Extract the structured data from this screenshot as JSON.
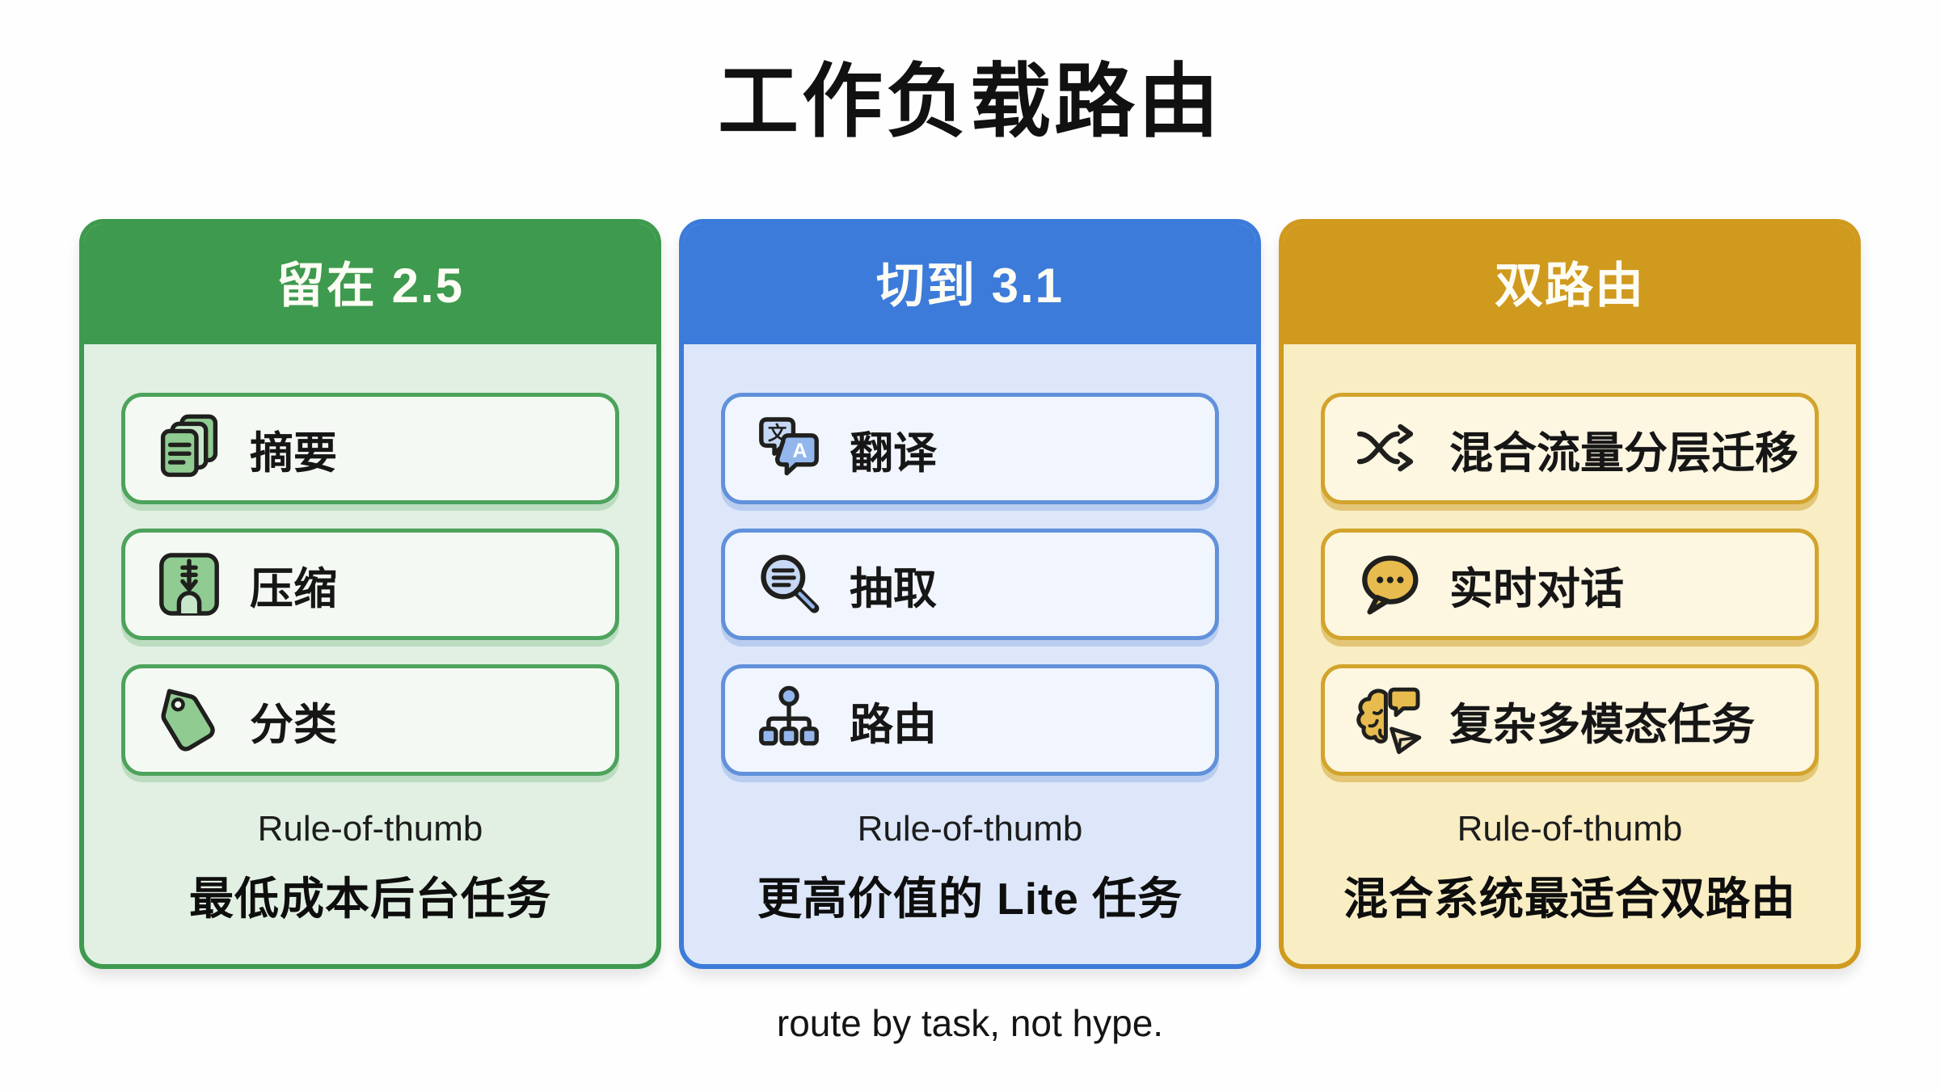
{
  "title": "工作负载路由",
  "caption": "route by task, not hype.",
  "columns": [
    {
      "header": "留在 2.5",
      "accent_color": "#3e9a4e",
      "items": [
        {
          "icon": "documents-icon",
          "label": "摘要"
        },
        {
          "icon": "compress-icon",
          "label": "压缩"
        },
        {
          "icon": "tag-icon",
          "label": "分类"
        }
      ],
      "rule_label": "Rule-of-thumb",
      "rule_text": "最低成本后台任务"
    },
    {
      "header": "切到 3.1",
      "accent_color": "#3c7bd9",
      "items": [
        {
          "icon": "translate-icon",
          "label": "翻译"
        },
        {
          "icon": "search-lines-icon",
          "label": "抽取"
        },
        {
          "icon": "hierarchy-icon",
          "label": "路由"
        }
      ],
      "rule_label": "Rule-of-thumb",
      "rule_text": "更高价值的 Lite 任务"
    },
    {
      "header": "双路由",
      "accent_color": "#d09a1e",
      "items": [
        {
          "icon": "shuffle-icon",
          "label": "混合流量分层迁移"
        },
        {
          "icon": "chat-bubble-icon",
          "label": "实时对话"
        },
        {
          "icon": "brain-multimodal-icon",
          "label": "复杂多模态任务"
        }
      ],
      "rule_label": "Rule-of-thumb",
      "rule_text": "混合系统最适合双路由"
    }
  ]
}
